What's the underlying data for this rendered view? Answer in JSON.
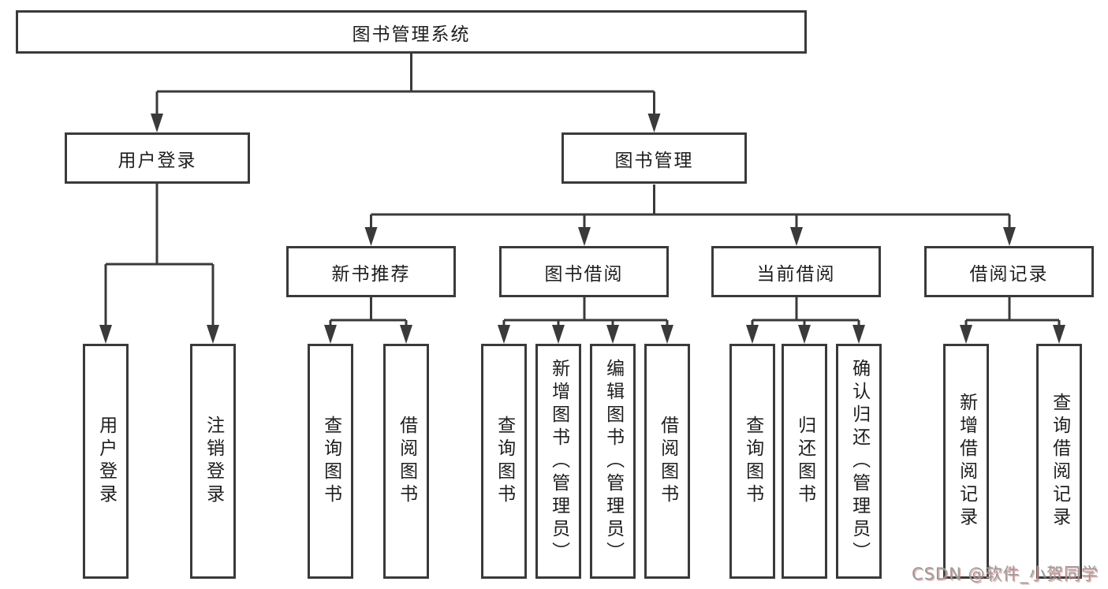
{
  "nodes": {
    "root": "图书管理系统",
    "user_login": "用户登录",
    "book_mgmt": "图书管理",
    "new_book_rec": "新书推荐",
    "book_borrow": "图书借阅",
    "current_borrow": "当前借阅",
    "borrow_records": "借阅记录",
    "leaf_user_login": "用户登录",
    "leaf_logout": "注销登录",
    "leaf_query_book_1": "查询图书",
    "leaf_borrow_book_1": "借阅图书",
    "leaf_query_book_2": "查询图书",
    "leaf_add_book": "新增图书（管理员）",
    "leaf_edit_book": "编辑图书（管理员）",
    "leaf_borrow_book_2": "借阅图书",
    "leaf_query_book_3": "查询图书",
    "leaf_return_book": "归还图书",
    "leaf_confirm_return": "确认归还（管理员）",
    "leaf_add_record": "新增借阅记录",
    "leaf_query_record": "查询借阅记录"
  },
  "hierarchy": {
    "图书管理系统": {
      "用户登录": [
        "用户登录",
        "注销登录"
      ],
      "图书管理": {
        "新书推荐": [
          "查询图书",
          "借阅图书"
        ],
        "图书借阅": [
          "查询图书",
          "新增图书（管理员）",
          "编辑图书（管理员）",
          "借阅图书"
        ],
        "当前借阅": [
          "查询图书",
          "归还图书",
          "确认归还（管理员）"
        ],
        "借阅记录": [
          "新增借阅记录",
          "查询借阅记录"
        ]
      }
    }
  },
  "watermark": {
    "text": "CSDN @软件_小贺同学"
  },
  "colors": {
    "line": "#3a3a3a",
    "text": "#1e1e1e",
    "background": "#ffffff",
    "watermark_gray": "#9a9a9a",
    "watermark_shadow_red": "#d66e6e"
  }
}
